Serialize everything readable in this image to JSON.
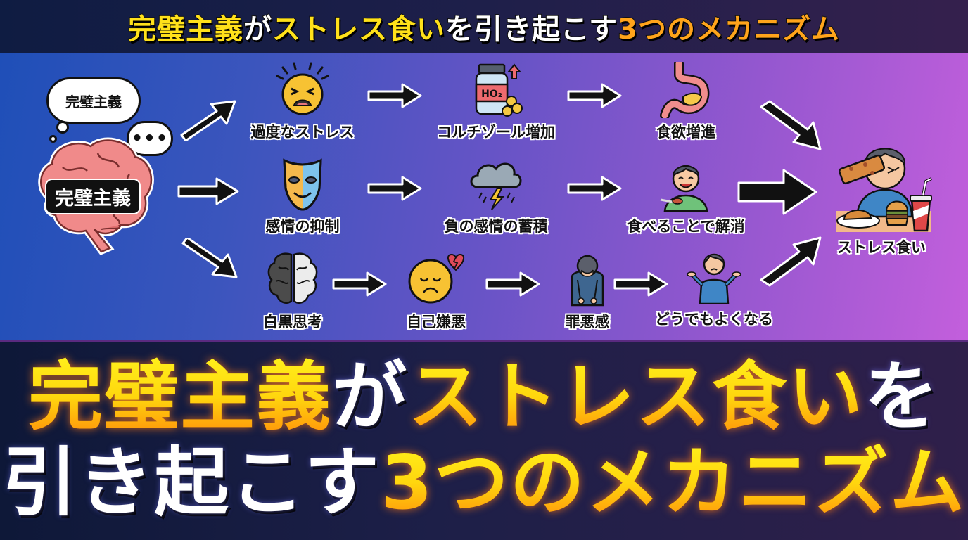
{
  "header": {
    "title_parts": [
      {
        "text": "完璧主義",
        "color": "yellow"
      },
      {
        "text": "が",
        "color": "white"
      },
      {
        "text": "ストレス食い",
        "color": "yellow"
      },
      {
        "text": "を引き起こす",
        "color": "white"
      },
      {
        "text": "3つのメカニズム",
        "color": "orange"
      }
    ]
  },
  "diagram": {
    "source": {
      "thought_bubble": "完璧主義",
      "speech_bubble": "•••",
      "brain_label": "完璧主義",
      "icon": "brain-icon"
    },
    "paths": [
      {
        "steps": [
          {
            "label": "過度なストレス",
            "icon": "stressed-face-icon"
          },
          {
            "label": "コルチゾール増加",
            "icon": "cortisol-bottle-icon",
            "bottle_text": "HO₂"
          },
          {
            "label": "食欲増進",
            "icon": "stomach-icon"
          }
        ]
      },
      {
        "steps": [
          {
            "label": "感情の抑制",
            "icon": "mask-icon"
          },
          {
            "label": "負の感情の蓄積",
            "icon": "storm-cloud-icon"
          },
          {
            "label": "食べることで解消",
            "icon": "eating-person-icon"
          }
        ]
      },
      {
        "steps": [
          {
            "label": "白黒思考",
            "icon": "split-brain-icon"
          },
          {
            "label": "自己嫌悪",
            "icon": "sad-face-broken-heart-icon"
          },
          {
            "label": "罪悪感",
            "icon": "bowing-person-icon"
          },
          {
            "label": "どうでもよくなる",
            "icon": "shrugging-person-icon"
          }
        ]
      }
    ],
    "result": {
      "label": "ストレス食い",
      "icon": "binge-eating-person-icon"
    }
  },
  "headline": {
    "line1": [
      {
        "text": "完璧主義",
        "style": "gold"
      },
      {
        "text": "が",
        "style": "white"
      },
      {
        "text": "ストレス食い",
        "style": "gold"
      },
      {
        "text": "を",
        "style": "white"
      }
    ],
    "line2": [
      {
        "text": "引き起こす",
        "style": "white"
      },
      {
        "text": "3つのメカニズム",
        "style": "gold"
      }
    ]
  },
  "colors": {
    "yellow": "#ffe11a",
    "orange": "#ffa41b",
    "panel_start": "#1f4fb8",
    "panel_end": "#c35fdc",
    "background": "#1d1f48"
  }
}
